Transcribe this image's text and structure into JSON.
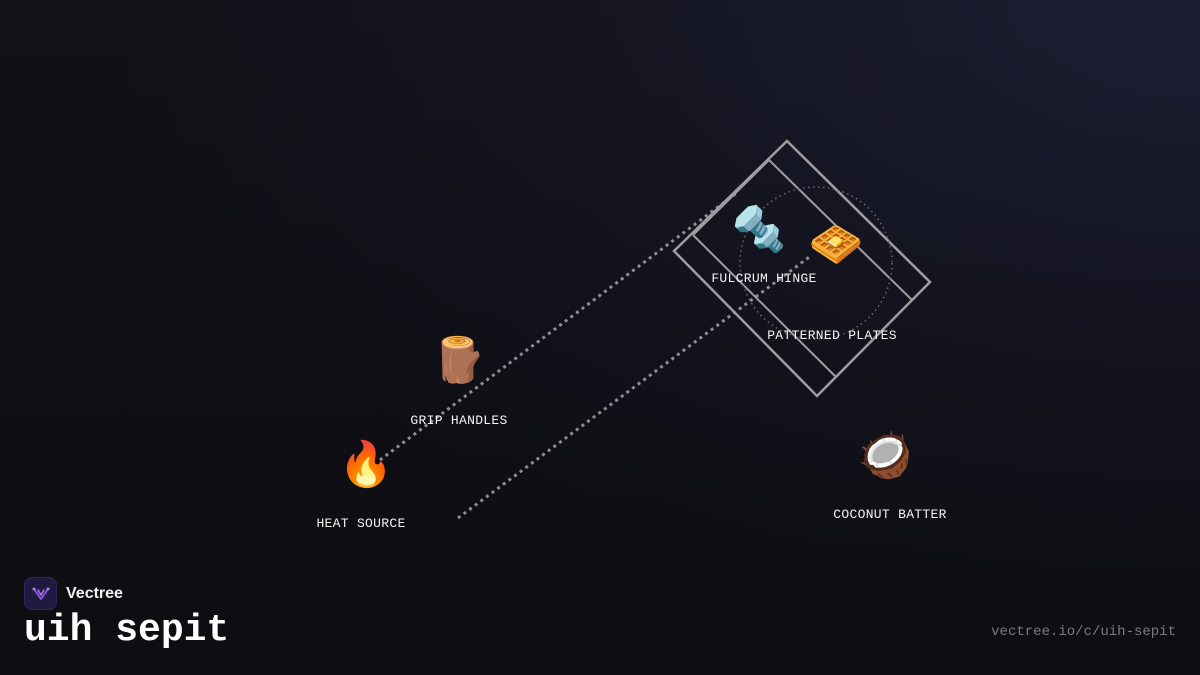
{
  "diagram": {
    "nodes": {
      "heat_source": {
        "label": "HEAT SOURCE",
        "icon": "fire-icon",
        "glyph": "🔥"
      },
      "grip_handles": {
        "label": "GRIP HANDLES",
        "icon": "wood-log-icon",
        "glyph": "🪵"
      },
      "fulcrum_hinge": {
        "label": "FULCRUM HINGE",
        "icon": "nut-and-bolt-icon",
        "glyph": "🔩"
      },
      "patterned_plates": {
        "label": "PATTERNED PLATES",
        "icon": "waffle-icon",
        "glyph": "🧇"
      },
      "coconut_batter": {
        "label": "COCONUT BATTER",
        "icon": "coconut-icon",
        "glyph": "🥥"
      }
    }
  },
  "brand": {
    "name": "Vectree",
    "logo_icon": "vectree-logo-icon",
    "accent_color": "#8a4fd8"
  },
  "footer": {
    "title": "uih sepit",
    "url": "vectree.io/c/uih-sepit"
  }
}
